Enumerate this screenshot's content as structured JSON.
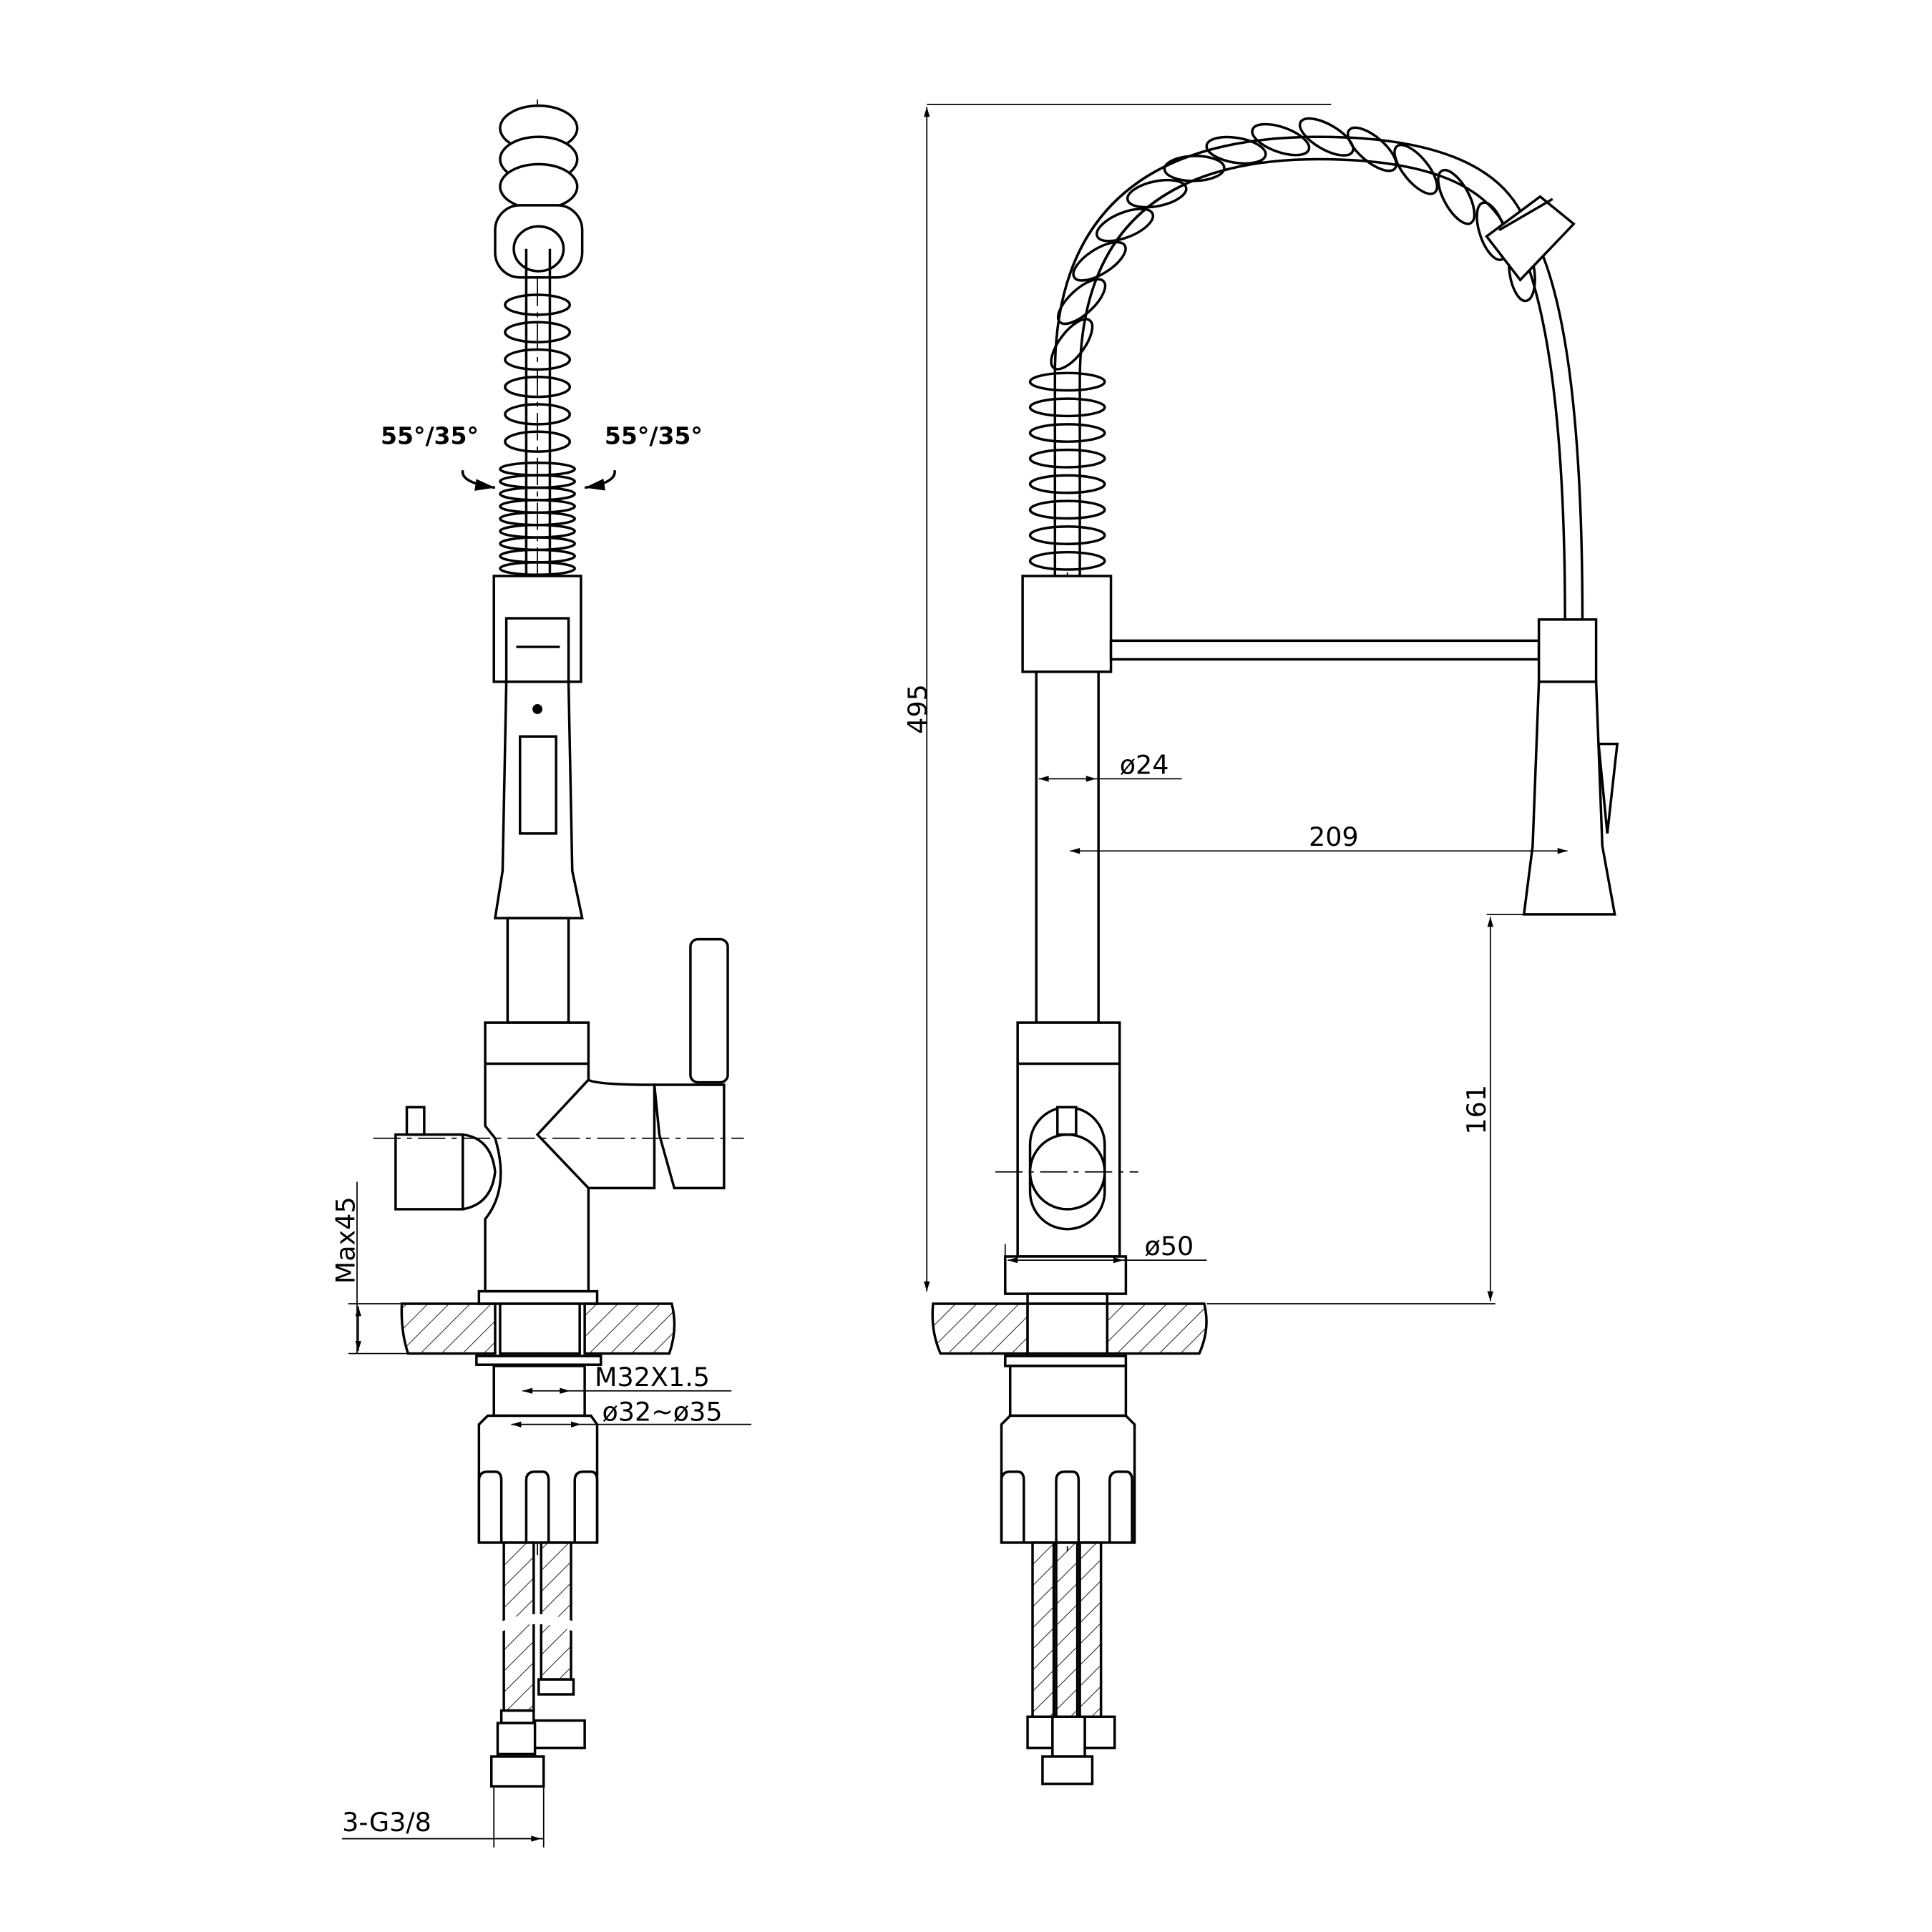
{
  "drawing": {
    "title": "Pull-down spring kitchen faucet technical drawing",
    "colors": {
      "line": "#000000",
      "background": "#ffffff"
    },
    "front_view": {
      "rotation_left": "55°/35°",
      "rotation_right": "55°/35°",
      "max_thickness": "Max45",
      "thread": "M32X1.5",
      "hole_diameter": "ø32~ø35",
      "connection": "3-G3/8"
    },
    "side_view": {
      "total_height": "495",
      "tube_diameter": "ø24",
      "reach": "209",
      "spout_height": "161",
      "base_diameter": "ø50"
    }
  }
}
